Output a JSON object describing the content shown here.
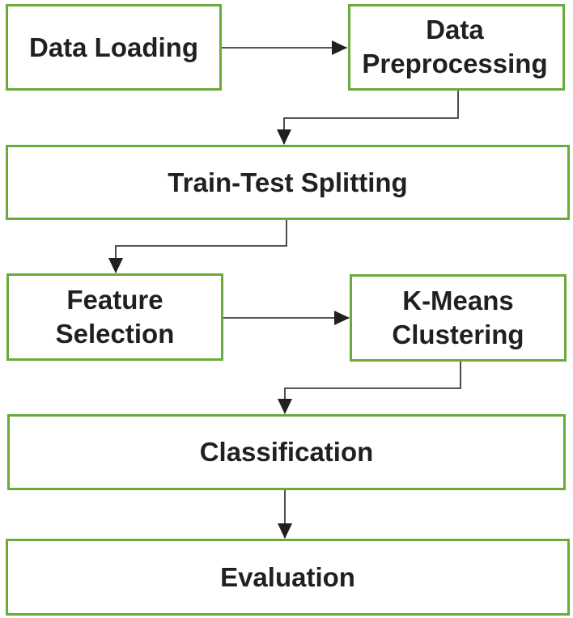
{
  "diagram": {
    "nodes": {
      "data_loading": "Data Loading",
      "data_preprocessing": "Data\nPreprocessing",
      "train_test_splitting": "Train-Test Splitting",
      "feature_selection": "Feature\nSelection",
      "kmeans_clustering": "K-Means\nClustering",
      "classification": "Classification",
      "evaluation": "Evaluation"
    },
    "edges": [
      [
        "data_loading",
        "data_preprocessing"
      ],
      [
        "data_preprocessing",
        "train_test_splitting"
      ],
      [
        "train_test_splitting",
        "feature_selection"
      ],
      [
        "feature_selection",
        "kmeans_clustering"
      ],
      [
        "kmeans_clustering",
        "classification"
      ],
      [
        "classification",
        "evaluation"
      ]
    ],
    "colors": {
      "box_border": "#6aaa3a",
      "text": "#231f20",
      "arrow": "#231f20"
    }
  }
}
